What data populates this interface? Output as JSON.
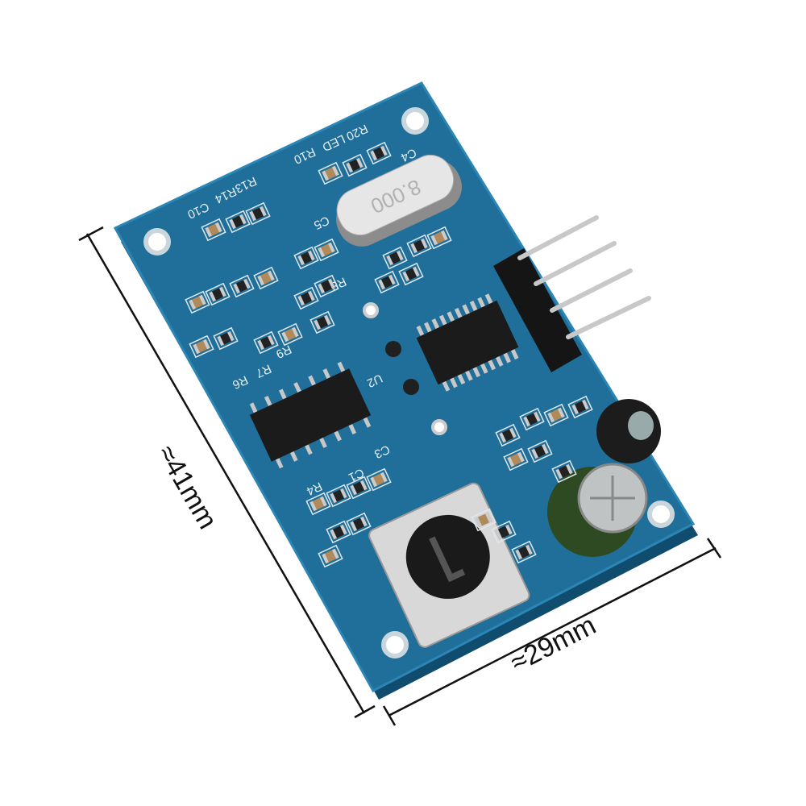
{
  "dimensions": {
    "length_label": "≈41mm",
    "width_label": "≈29mm"
  },
  "board": {
    "crystal_marking": "8.000",
    "silkscreen_labels": [
      "R13",
      "R14",
      "C10",
      "R20",
      "LED",
      "R10",
      "C4",
      "C5",
      "R8",
      "R9",
      "R6",
      "R7",
      "U2",
      "C1",
      "C3",
      "R4"
    ],
    "pcb_color": "#1f6f9a",
    "header_pins": 4
  }
}
